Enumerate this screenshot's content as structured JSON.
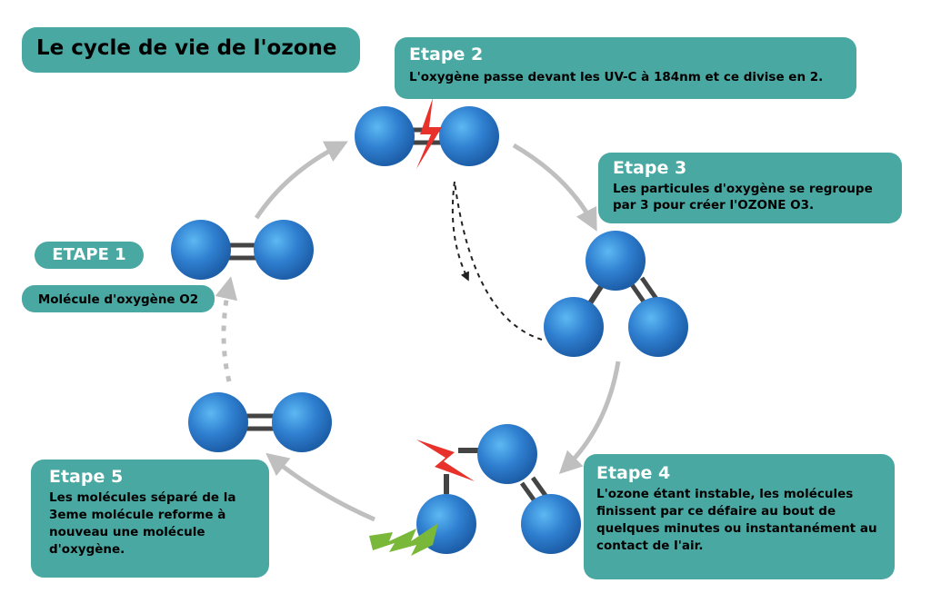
{
  "title": "Le cycle de vie de l'ozone",
  "colors": {
    "box": "#4aa8a2",
    "molecule": "#2f7fd0",
    "bond": "#444444",
    "arrow": "#bfbfbf",
    "dashed_arrow": "#222222",
    "lightning_red": "#e8312a",
    "lightning_green": "#7ab83a"
  },
  "steps": {
    "step1": {
      "label": "ETAPE 1",
      "text": "Molécule d'oxygène O2"
    },
    "step2": {
      "label": "Etape 2",
      "text": "L'oxygène passe devant les UV-C à 184nm et ce divise en 2."
    },
    "step3": {
      "label": "Etape 3",
      "line1": "Les particules d'oxygène se regroupe",
      "line2": "par 3 pour créer l'OZONE O3."
    },
    "step4": {
      "label": "Etape 4",
      "line1": "L'ozone étant instable, les molécules",
      "line2": "finissent par ce défaire au bout de",
      "line3": "quelques minutes ou instantanément au",
      "line4": "contact de l'air."
    },
    "step5": {
      "label": "Etape 5",
      "line1": "Les molécules séparé de la",
      "line2": "3eme molécule reforme à",
      "line3": "nouveau une molécule",
      "line4": "d'oxygène."
    }
  }
}
